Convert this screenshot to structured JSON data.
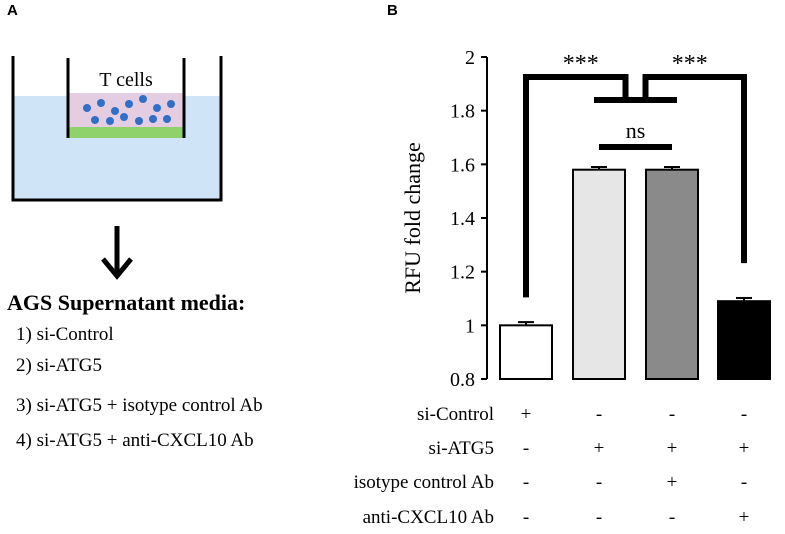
{
  "panel_a": {
    "label": "A",
    "well_label": "T cells",
    "media_title": "AGS Supernatant media:",
    "conditions": [
      "1) si-Control",
      "2) si-ATG5",
      "3) si-ATG5 + isotype control Ab",
      "4) si-ATG5 + anti-CXCL10 Ab"
    ],
    "colors": {
      "medium": "#cfe5f7",
      "insert": "#e4cde0",
      "membrane": "#8fd16b",
      "cells": "#2f6fc9"
    }
  },
  "panel_b": {
    "label": "B"
  },
  "chart_data": {
    "type": "bar",
    "ylabel": "RFU fold change",
    "ylim": [
      0.8,
      2.0
    ],
    "yticks": [
      0.8,
      1,
      1.2,
      1.4,
      1.6,
      1.8,
      2
    ],
    "ytick_labels": [
      "0.8",
      "1",
      "1.2",
      "1.4",
      "1.6",
      "1.8",
      "2"
    ],
    "values": [
      1.0,
      1.58,
      1.58,
      1.09
    ],
    "errors": [
      0.012,
      0.01,
      0.01,
      0.012
    ],
    "bar_colors": [
      "#ffffff",
      "#e6e6e6",
      "#8a8a8a",
      "#000000"
    ],
    "significance": [
      {
        "label": "***",
        "between": [
          0,
          "group_23"
        ]
      },
      {
        "label": "***",
        "between": [
          "group_23",
          3
        ]
      },
      {
        "label": "ns",
        "between": [
          1,
          2
        ]
      }
    ],
    "treatment_rows": [
      {
        "name": "si-Control",
        "signs": [
          "+",
          "-",
          "-",
          "-"
        ]
      },
      {
        "name": "si-ATG5",
        "signs": [
          "-",
          "+",
          "+",
          "+"
        ]
      },
      {
        "name": "isotype control Ab",
        "signs": [
          "-",
          "-",
          "+",
          "-"
        ]
      },
      {
        "name": "anti-CXCL10 Ab",
        "signs": [
          "-",
          "-",
          "-",
          "+"
        ]
      }
    ]
  }
}
